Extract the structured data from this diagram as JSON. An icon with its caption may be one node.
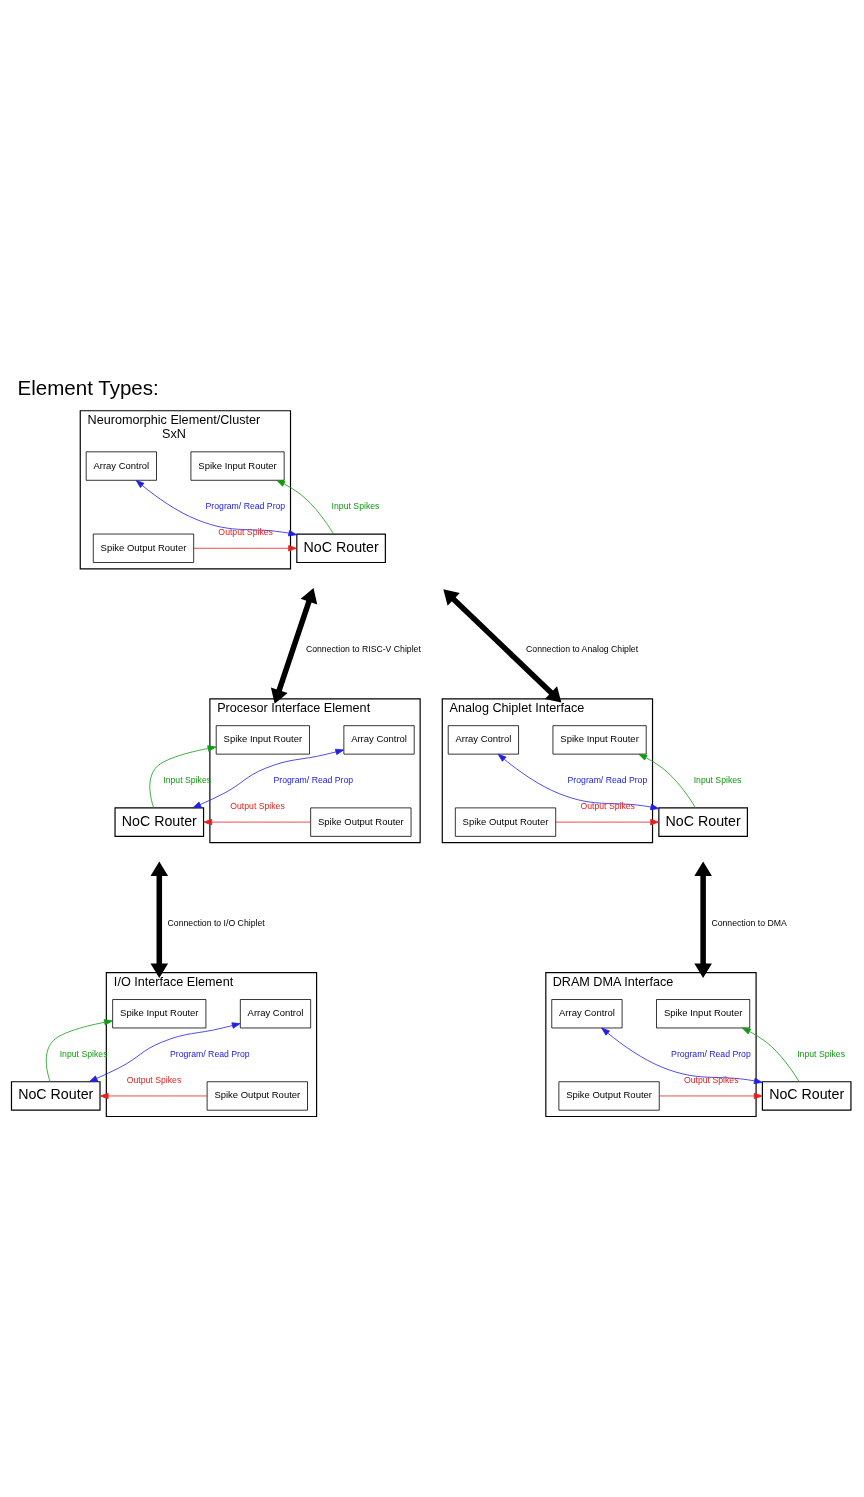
{
  "diagram": {
    "title": "Element Types:",
    "nodes": [
      {
        "text": [
          "Neuromorphic Element/Cluster",
          "SxN"
        ]
      },
      {
        "text": [
          "Spike Input Router"
        ],
        "in": 0
      },
      {
        "text": [
          "Array Control"
        ],
        "in": 0
      },
      {
        "text": [
          "Spike Output Router"
        ],
        "in": 0
      },
      {
        "text": [
          "NoC Router"
        ]
      },
      {
        "text": [
          "Procesor Interface Element"
        ]
      },
      {
        "text": [
          "Spike Input Router"
        ],
        "in": 5
      },
      {
        "text": [
          "Array Control"
        ],
        "in": 5
      },
      {
        "text": [
          "Spike Output Router"
        ],
        "in": 5
      },
      {
        "text": [
          "NoC Router"
        ]
      },
      {
        "text": [
          "Analog Chiplet Interface"
        ]
      },
      {
        "text": [
          "Spike Input Router"
        ],
        "in": 10
      },
      {
        "text": [
          "Array Control"
        ],
        "in": 10
      },
      {
        "text": [
          "Spike Output Router"
        ],
        "in": 10
      },
      {
        "text": [
          "NoC Router"
        ]
      },
      {
        "text": [
          "I/O Interface Element"
        ]
      },
      {
        "text": [
          "Spike Input Router"
        ],
        "in": 15
      },
      {
        "text": [
          "Array Control"
        ],
        "in": 15
      },
      {
        "text": [
          "Spike Output Router"
        ],
        "in": 15
      },
      {
        "text": [
          "NoC Router"
        ]
      },
      {
        "text": [
          "DRAM DMA Interface"
        ]
      },
      {
        "text": [
          "Spike Input Router"
        ],
        "in": 20
      },
      {
        "text": [
          "Array Control"
        ],
        "in": 20
      },
      {
        "text": [
          "Spike Output Router"
        ],
        "in": 20
      },
      {
        "text": [
          "NoC Router"
        ]
      }
    ],
    "edges": [
      {
        "from": 3,
        "to": 4,
        "arrow": "to",
        "label": "Output Spikes",
        "color": "#e02020"
      },
      {
        "from": 4,
        "to": 1,
        "arrow": "to",
        "label": "Input Spikes",
        "color": "#109a10"
      },
      {
        "from": 2,
        "to": 4,
        "arrow": "both",
        "label": "Program/ Read Prop",
        "color": "#2020e0"
      },
      {
        "from": null,
        "to": 5,
        "arrow": "both",
        "label": "Connection to RISC-V Chiplet",
        "style": "thick",
        "color": "#000000"
      },
      {
        "from": 8,
        "to": 9,
        "arrow": "to",
        "label": "Output Spikes",
        "color": "#e02020"
      },
      {
        "from": 9,
        "to": 6,
        "arrow": "to",
        "label": "Input Spikes",
        "color": "#109a10"
      },
      {
        "from": 7,
        "to": 9,
        "arrow": "both",
        "label": "Program/ Read Prop",
        "color": "#2020e0"
      },
      {
        "from": null,
        "to": 10,
        "arrow": "both",
        "label": "Connection to Analog Chiplet",
        "style": "thick",
        "color": "#000000"
      },
      {
        "from": 13,
        "to": 14,
        "arrow": "to",
        "label": "Output Spikes",
        "color": "#e02020"
      },
      {
        "from": 14,
        "to": 11,
        "arrow": "to",
        "label": "Input Spikes",
        "color": "#109a10"
      },
      {
        "from": 12,
        "to": 14,
        "arrow": "both",
        "label": "Program/ Read Prop",
        "color": "#2020e0"
      },
      {
        "from": null,
        "to": 15,
        "arrow": "both",
        "label": "Connection to I/O Chiplet",
        "style": "thick",
        "color": "#000000"
      },
      {
        "from": 18,
        "to": 19,
        "arrow": "to",
        "label": "Output Spikes",
        "color": "#e02020"
      },
      {
        "from": 19,
        "to": 16,
        "arrow": "to",
        "label": "Input Spikes",
        "color": "#109a10"
      },
      {
        "from": 17,
        "to": 19,
        "arrow": "both",
        "label": "Program/ Read Prop",
        "color": "#2020e0"
      },
      {
        "from": null,
        "to": 20,
        "arrow": "both",
        "label": "Connection to DMA",
        "style": "thick",
        "color": "#000000"
      },
      {
        "from": 23,
        "to": 24,
        "arrow": "to",
        "label": "Output Spikes",
        "color": "#e02020"
      },
      {
        "from": 24,
        "to": 21,
        "arrow": "to",
        "label": "Input Spikes",
        "color": "#109a10"
      },
      {
        "from": 22,
        "to": 24,
        "arrow": "both",
        "label": "Program/ Read Prop",
        "color": "#2020e0"
      }
    ]
  }
}
